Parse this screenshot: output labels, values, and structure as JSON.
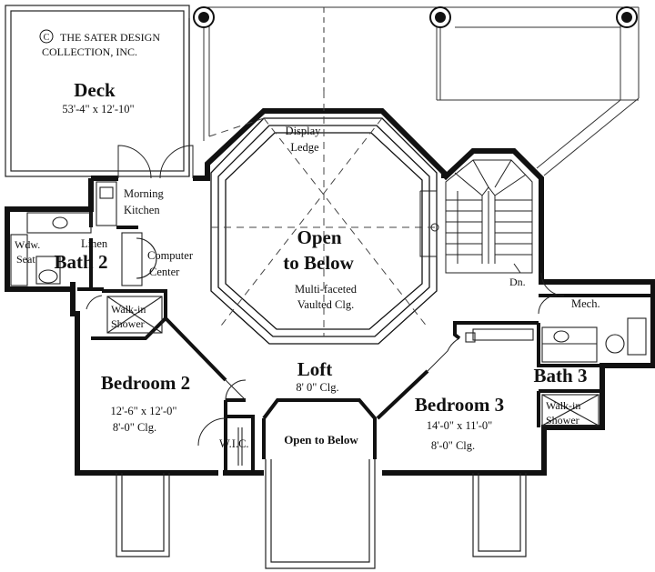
{
  "copyright": {
    "symbol": "C",
    "line1": "THE SATER DESIGN",
    "line2": "COLLECTION, INC."
  },
  "rooms": {
    "deck": {
      "name": "Deck",
      "dims": "53'-4\" x 12'-10\""
    },
    "morning_kitchen": {
      "line1": "Morning",
      "line2": "Kitchen"
    },
    "computer_center": {
      "line1": "Computer",
      "line2": "Center"
    },
    "bath2": {
      "name": "Bath 2",
      "linen": "Linen",
      "wdw_seat_1": "Wdw.",
      "wdw_seat_2": "Seat",
      "shower_1": "Walk-in",
      "shower_2": "Shower"
    },
    "display_ledge": {
      "line1": "Display",
      "line2": "Ledge"
    },
    "open_to_below": {
      "line1": "Open",
      "line2": "to Below",
      "note1": "Multi-faceted",
      "note2": "Vaulted Clg."
    },
    "stairs": {
      "label": "Dn."
    },
    "mech": {
      "name": "Mech."
    },
    "bedroom2": {
      "name": "Bedroom 2",
      "dims": "12'-6\" x 12'-0\"",
      "ceiling": "8'-0\" Clg."
    },
    "loft": {
      "name": "Loft",
      "ceiling": "8' 0\" Clg."
    },
    "wic": {
      "name": "W.I.C."
    },
    "open_below_small": {
      "name": "Open to Below"
    },
    "bedroom3": {
      "name": "Bedroom 3",
      "dims": "14'-0\" x 11'-0\"",
      "ceiling": "8'-0\" Clg."
    },
    "bath3": {
      "name": "Bath 3",
      "shower_1": "Walk-in",
      "shower_2": "Shower"
    }
  }
}
